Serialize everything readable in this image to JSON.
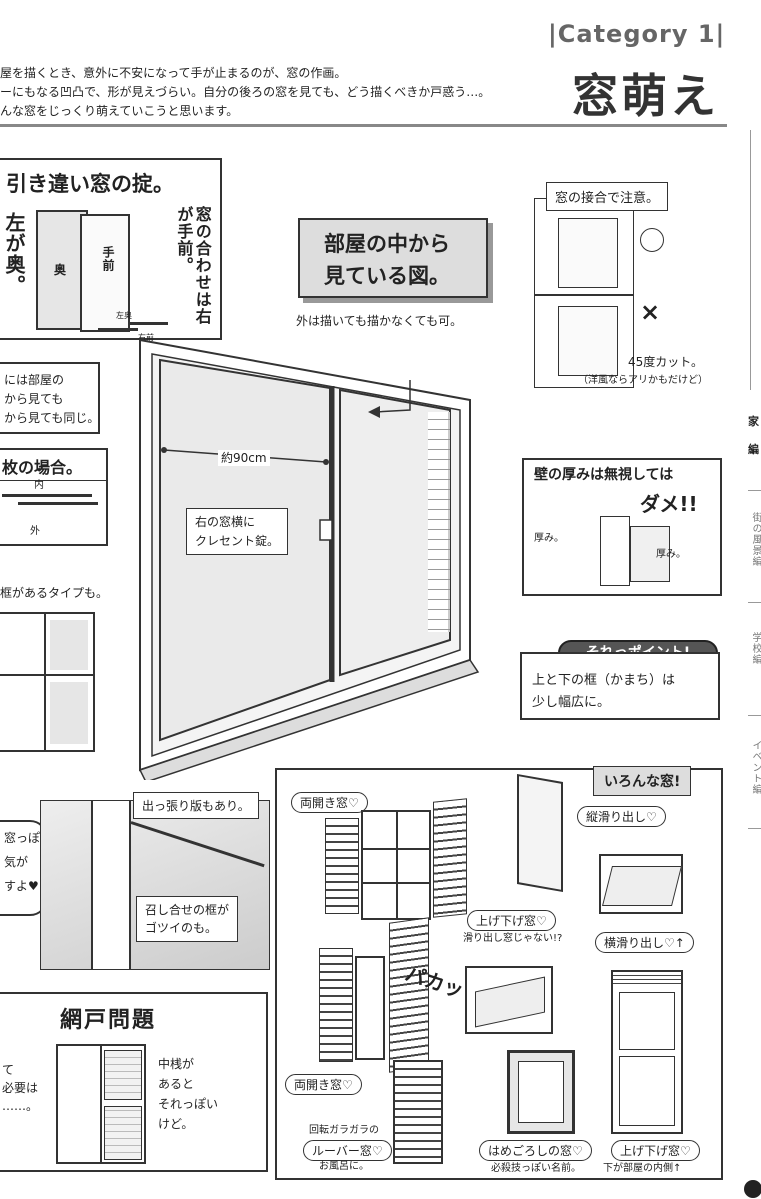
{
  "header": {
    "category": "|Category 1|",
    "title": "窓萌え",
    "intro": [
      "屋を描くとき、意外に不安になって手が止まるのが、窓の作画。",
      "ーにもなる凹凸で、形が見えづらい。自分の後ろの窓を見ても、どう描くべきか戸惑う…。",
      "んな窓をじっくり萌えていこうと思います。"
    ]
  },
  "sidebar": {
    "items": [
      "家",
      "編",
      "街の風景編",
      "学校編",
      "イベント編"
    ]
  },
  "sliding_rule": {
    "title": "引き違い窓の掟。",
    "left_partial": "左が奥。",
    "vertical_note": "窓の合わせは右が手前。",
    "label_back": "奥",
    "label_front": "手前",
    "label_left_back": "左奥",
    "label_right_front": "右前"
  },
  "left_notes": {
    "note1": [
      "には部屋の",
      "から見ても",
      "から見ても同じ。"
    ],
    "note2_title": "枚の場合。",
    "note2_in": "内",
    "note2_out": "外",
    "note3": "框があるタイプも。",
    "note4": [
      "窓っぽく",
      "気が",
      "すよ♥"
    ],
    "screen_title": "網戸問題",
    "screen_left": [
      "て",
      "必要は",
      "……。"
    ],
    "screen_note": [
      "中桟が",
      "あると",
      "それっぽい",
      "けど。"
    ]
  },
  "main": {
    "view_title": [
      "部屋の中から",
      "見ている図。"
    ],
    "outside_note": "外は描いても描かなくても可。",
    "width_label": "約90cm",
    "crescent_note": [
      "右の窓横に",
      "クレセント錠。"
    ],
    "bay_note": "出っ張り版もあり。",
    "meeting_note": [
      "召し合せの框が",
      "ゴツイのも。"
    ]
  },
  "joint": {
    "title": "窓の接合で注意。",
    "ok_mark": "○",
    "ng_mark": "×",
    "cut_note": "45度カット。",
    "cut_sub": "（洋風ならアリかもだけど）"
  },
  "thickness": {
    "title": "壁の厚みは無視しては",
    "title_emph": "ダメ!!",
    "label_a": "厚み。",
    "label_b": "厚み。"
  },
  "point": {
    "badge": "それっポイント!",
    "text": [
      "上と下の框（かまち）は",
      "少し幅広に。"
    ]
  },
  "variety": {
    "title": "いろんな窓!",
    "items": {
      "casement1": "両開き窓♡",
      "vertical_slide": "縦滑り出し♡",
      "updown1": "上げ下げ窓♡",
      "updown1_sub": "滑り出し窓じゃない!?",
      "horizontal_slide": "横滑り出し♡↑",
      "onomatopoeia": "パカッ",
      "casement2": "両開き窓♡",
      "louver_pre": "回転ガラガラの",
      "louver": "ルーバー窓♡",
      "louver_sub": "お風呂に。",
      "fixed": "はめごろしの窓♡",
      "fixed_sub": "必殺技っぽい名前。",
      "updown2": "上げ下げ窓♡",
      "updown2_sub": "下が部屋の内側↑"
    }
  }
}
